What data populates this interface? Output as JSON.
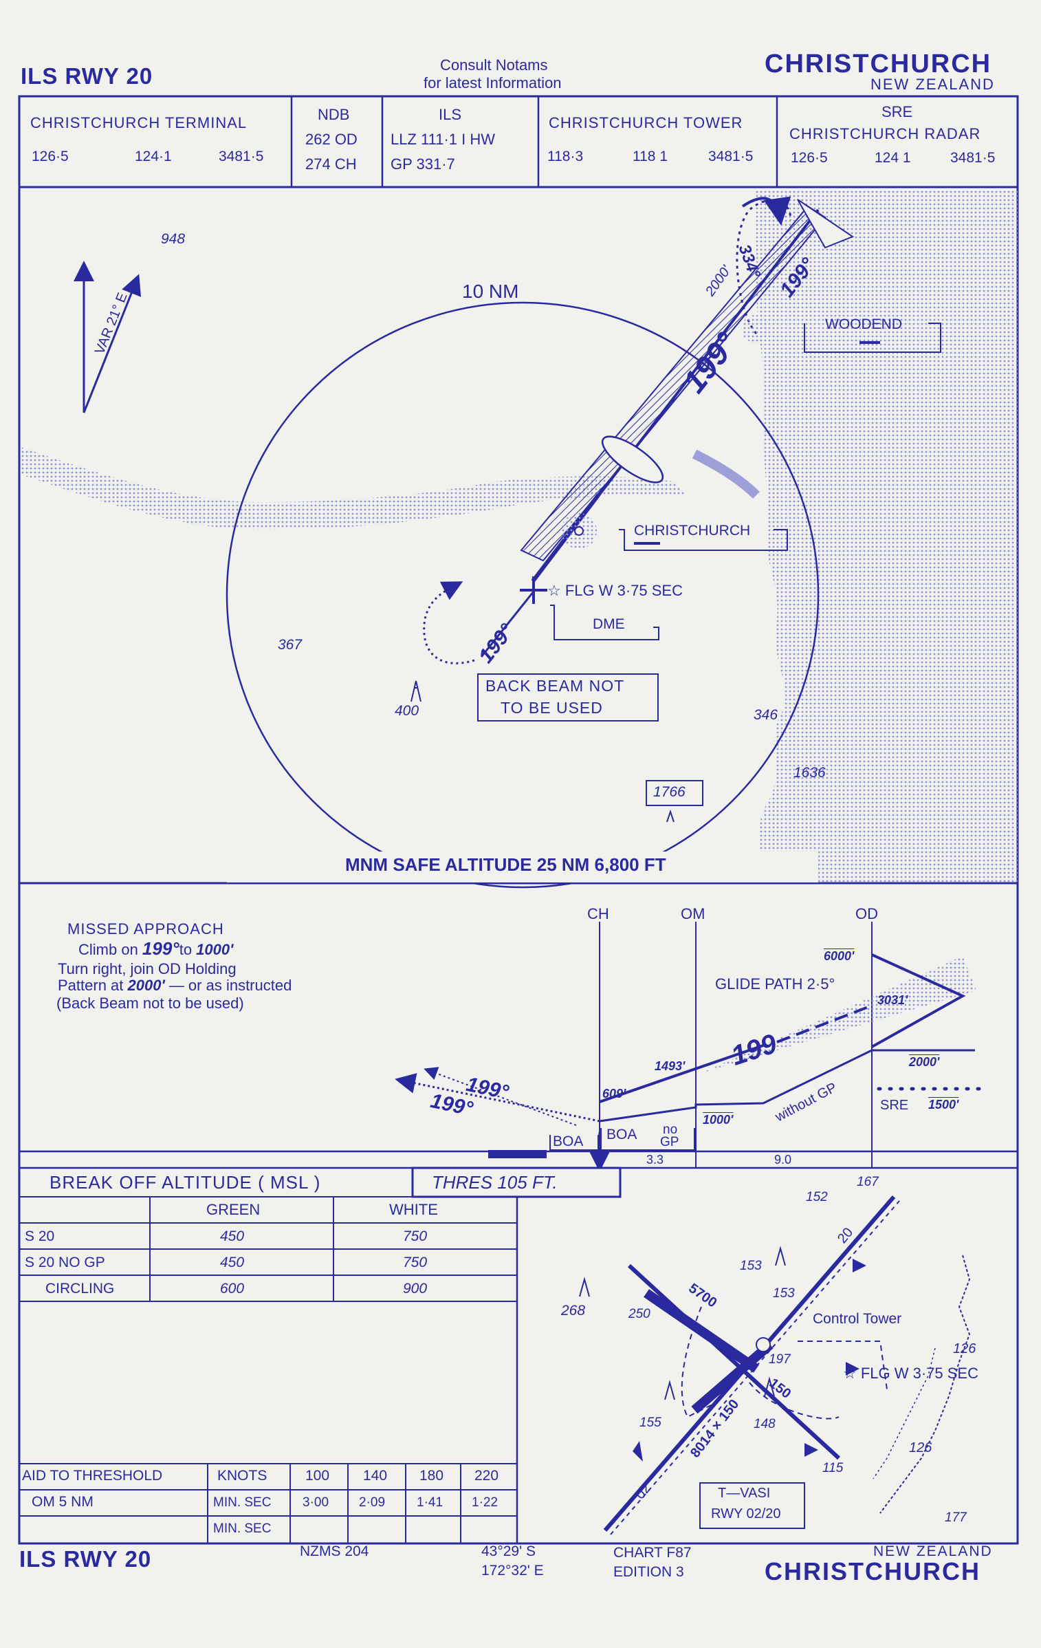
{
  "header": {
    "title_left": "ILS  RWY  20",
    "notams_line1": "Consult  Notams",
    "notams_line2": "for  latest  Information",
    "city": "CHRISTCHURCH",
    "country": "NEW  ZEALAND"
  },
  "freq_boxes": {
    "terminal": {
      "title": "CHRISTCHURCH  TERMINAL",
      "f1": "126·5",
      "f2": "124·1",
      "f3": "3481·5"
    },
    "ndb": {
      "title": "NDB",
      "line1": "262  OD",
      "line2": "274  CH"
    },
    "ils": {
      "title": "ILS",
      "line1": "LLZ  111·1  I HW",
      "line2": "GP   331·7"
    },
    "tower": {
      "title": "CHRISTCHURCH  TOWER",
      "f1": "118·3",
      "f2": "118 1",
      "f3": "3481·5"
    },
    "radar": {
      "title1": "SRE",
      "title2": "CHRISTCHURCH   RADAR",
      "f1": "126·5",
      "f2": "124 1",
      "f3": "3481·5"
    }
  },
  "plan_view": {
    "var": "VAR  21° E",
    "elev_948": "948",
    "ring": "10  NM",
    "elev_367": "367",
    "elev_400": "400",
    "elev_346": "346",
    "elev_1636": "1636",
    "elev_1766": "1766",
    "course_199_main": "199°",
    "course_334": "334°",
    "course_199_hold": "199°",
    "alt_2000": "2000'",
    "course_199_back": "199°",
    "woodend": "WOODEND",
    "christchurch_fix": "CHRISTCHURCH",
    "flg": "☆ FLG  W 3·75  SEC",
    "dme": "DME",
    "back_beam_1": "BACK  BEAM  NOT",
    "back_beam_2": "TO  BE  USED",
    "msa": "MNM SAFE ALTITUDE 25 NM  6,800 FT"
  },
  "profile": {
    "missed_title": "MISSED   APPROACH",
    "missed_1a": "Climb on ",
    "missed_1b": "199°",
    "missed_1c": "to ",
    "missed_1d": "1000'",
    "missed_2": "Turn right, join OD Holding",
    "missed_3a": "Pattern  at  ",
    "missed_3b": "2000'",
    "missed_3c": " — or as instructed",
    "missed_4": "(Back Beam  not to be used)",
    "ch": "CH",
    "om": "OM",
    "od": "OD",
    "glide_path": "GLIDE PATH 2·5°",
    "alt_6000": "6000'",
    "alt_3031": "3031'",
    "alt_2000": "2000'",
    "alt_1500": "1500'",
    "sre": "SRE",
    "alt_1493": "1493'",
    "alt_609": "609'",
    "alt_1000": "1000'",
    "course_199_a": "199",
    "course_199_b": "199°",
    "course_199_c": "199°",
    "without_gp": "without  GP",
    "boa1": "BOA",
    "boa2": "BOA",
    "no_gp_1": "no",
    "no_gp_2": "GP",
    "dist_1": "3.3",
    "dist_2": "9.0"
  },
  "minima": {
    "title": "BREAK  OFF  ALTITUDE  ( MSL )",
    "thres": "THRES 105      FT.",
    "headers": [
      "",
      "GREEN",
      "WHITE"
    ],
    "rows": [
      {
        "label": "S  20",
        "green": "450",
        "white": "750"
      },
      {
        "label": "S  20  NO  GP",
        "green": "450",
        "white": "750"
      },
      {
        "label": "CIRCLING",
        "green": "600",
        "white": "900"
      }
    ]
  },
  "timing": {
    "header": [
      "AID TO  THRESHOLD",
      "KNOTS",
      "100",
      "140",
      "180",
      "220"
    ],
    "row1": [
      "OM      5  NM",
      "MIN. SEC",
      "3·00",
      "2·09",
      "1·41",
      "1·22"
    ],
    "row2": [
      "",
      "MIN. SEC",
      "",
      "",
      "",
      ""
    ]
  },
  "aerodrome": {
    "e167": "167",
    "e152": "152",
    "e153a": "153",
    "e153b": "153",
    "e268": "268",
    "e250": "250",
    "rwy_5700": "5700",
    "rwy_8014": "8014 × 150",
    "rwy_150": "150",
    "e197": "197",
    "e155": "155",
    "e148": "148",
    "e115": "115",
    "e126a": "126",
    "e126b": "126",
    "e177": "177",
    "control_tower": "Control  Tower",
    "flg": "☆ FLG  W 3·75  SEC",
    "tvasi_1": "T—VASI",
    "tvasi_2": "RWY  02/20",
    "rwy_20": "20",
    "rwy_02": "02"
  },
  "footer": {
    "title": "ILS   RWY  20",
    "nzms": "NZMS  204",
    "lat": "43°29' S",
    "lon": "172°32' E",
    "chart": "CHART  F87",
    "edition": "EDITION  3",
    "country": "NEW  ZEALAND",
    "city": "CHRISTCHURCH"
  },
  "colors": {
    "ink": "#2a2a9e",
    "paper": "#f1f1ee",
    "sea": "#c9cae8"
  }
}
